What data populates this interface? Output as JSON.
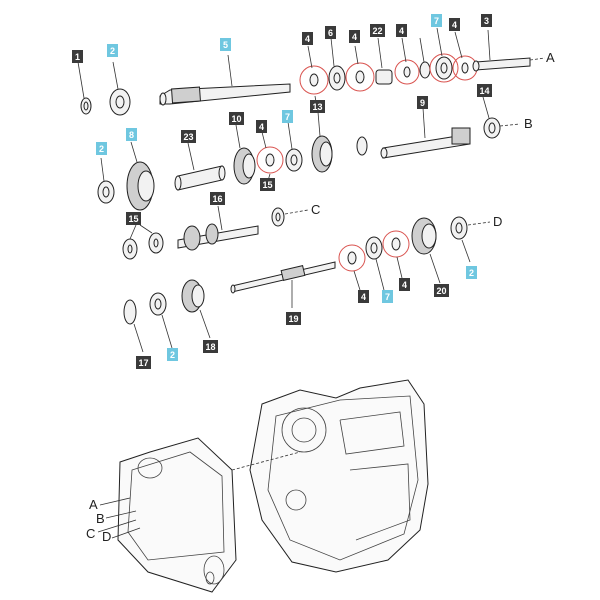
{
  "diagram": {
    "colors": {
      "callout_dark": "#3a3a3a",
      "callout_accent": "#6fc7e0",
      "highlight_ring": "#d9534f"
    },
    "callouts": [
      {
        "id": "c1",
        "text": "1",
        "style": "dark"
      },
      {
        "id": "c2a",
        "text": "2",
        "style": "accent"
      },
      {
        "id": "c5",
        "text": "5",
        "style": "accent"
      },
      {
        "id": "c4a",
        "text": "4",
        "style": "dark"
      },
      {
        "id": "c6",
        "text": "6",
        "style": "dark"
      },
      {
        "id": "c4b",
        "text": "4",
        "style": "dark"
      },
      {
        "id": "c22",
        "text": "22",
        "style": "dark"
      },
      {
        "id": "c4c",
        "text": "4",
        "style": "dark"
      },
      {
        "id": "c7a",
        "text": "7",
        "style": "accent"
      },
      {
        "id": "c4d",
        "text": "4",
        "style": "dark"
      },
      {
        "id": "c3",
        "text": "3",
        "style": "dark"
      },
      {
        "id": "c13",
        "text": "13",
        "style": "dark"
      },
      {
        "id": "c9",
        "text": "9",
        "style": "dark"
      },
      {
        "id": "c14",
        "text": "14",
        "style": "dark"
      },
      {
        "id": "c8",
        "text": "8",
        "style": "accent"
      },
      {
        "id": "c2b",
        "text": "2",
        "style": "accent"
      },
      {
        "id": "c23",
        "text": "23",
        "style": "dark"
      },
      {
        "id": "c10",
        "text": "10",
        "style": "dark"
      },
      {
        "id": "c4e",
        "text": "4",
        "style": "dark"
      },
      {
        "id": "c7b",
        "text": "7",
        "style": "accent"
      },
      {
        "id": "c15a",
        "text": "15",
        "style": "dark"
      },
      {
        "id": "c16",
        "text": "16",
        "style": "dark"
      },
      {
        "id": "c15b",
        "text": "15",
        "style": "dark"
      },
      {
        "id": "c4f",
        "text": "4",
        "style": "dark"
      },
      {
        "id": "c7c",
        "text": "7",
        "style": "accent"
      },
      {
        "id": "c4g",
        "text": "4",
        "style": "dark"
      },
      {
        "id": "c20",
        "text": "20",
        "style": "dark"
      },
      {
        "id": "c2c",
        "text": "2",
        "style": "accent"
      },
      {
        "id": "c19",
        "text": "19",
        "style": "dark"
      },
      {
        "id": "c17",
        "text": "17",
        "style": "dark"
      },
      {
        "id": "c2d",
        "text": "2",
        "style": "accent"
      },
      {
        "id": "c18",
        "text": "18",
        "style": "dark"
      }
    ],
    "letters": {
      "a_top": "A",
      "b_top": "B",
      "c_mid": "C",
      "d_mid": "D",
      "a_bot": "A",
      "b_bot": "B",
      "c_bot": "C",
      "d_bot": "D"
    }
  }
}
